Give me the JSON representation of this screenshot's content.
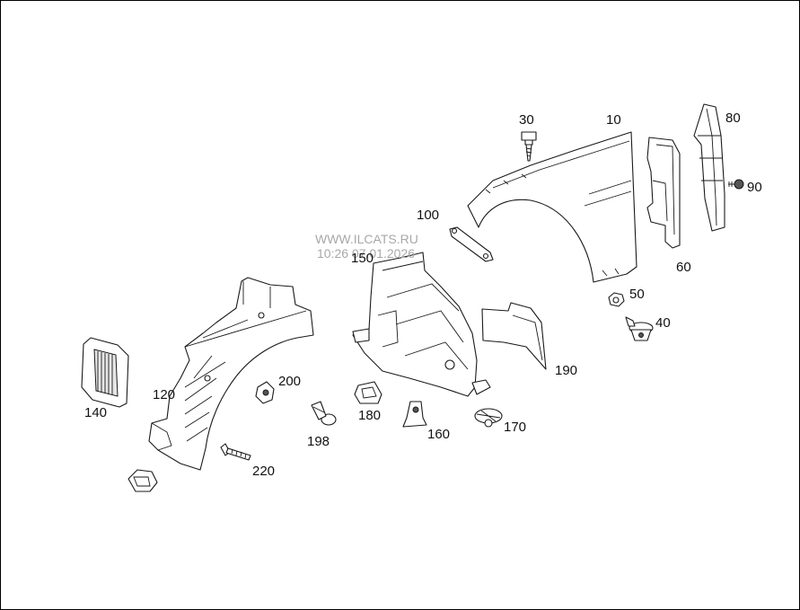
{
  "watermark": {
    "site": "WWW.ILCATS.RU",
    "timestamp": "10:26 07.01.2026"
  },
  "callouts": {
    "p10": "10",
    "p30": "30",
    "p40": "40",
    "p50": "50",
    "p60": "60",
    "p80": "80",
    "p90": "90",
    "p100": "100",
    "p120": "120",
    "p140": "140",
    "p150": "150",
    "p160": "160",
    "p170": "170",
    "p180": "180",
    "p190": "190",
    "p198": "198",
    "p200": "200",
    "p220": "220"
  },
  "colors": {
    "line": "#1a1a1a",
    "watermark": "#a8a8a8",
    "background": "#ffffff"
  }
}
